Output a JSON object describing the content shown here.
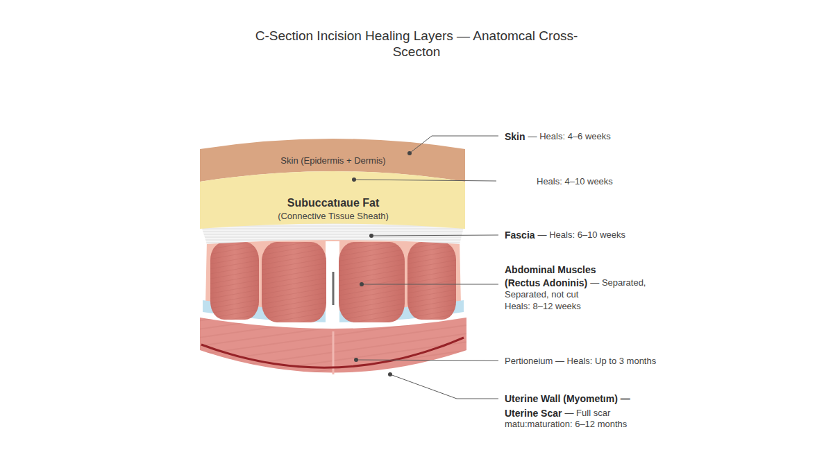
{
  "diagram": {
    "title": "C-Section Incision Healing Layers — Anatomcal Cross-Scecton",
    "nodes": [
      {
        "text": [
          "Skin (Epidermis + Dermis)"
        ]
      },
      {
        "text": [
          "Subuccatıaue Fat",
          "(Connective Tissue Sheath)"
        ]
      }
    ],
    "labels": [
      "Skin",
      "— Heals: 4–6 weeks",
      "Heals: 4–10 weeks",
      "Fascia",
      "— Heals: 6–10 weeks",
      "Abdominal Muscles",
      "(Rectus Adoninis)",
      "— Separated,",
      "Separated, not cut",
      "Heals: 8–12 weeks",
      "Pertioneium — Heals: Up to 3 months",
      "Uterine Wall (Myometım) —",
      "Uterine Scar",
      "— Full scar",
      "matu:maturation: 6–12 months"
    ]
  }
}
